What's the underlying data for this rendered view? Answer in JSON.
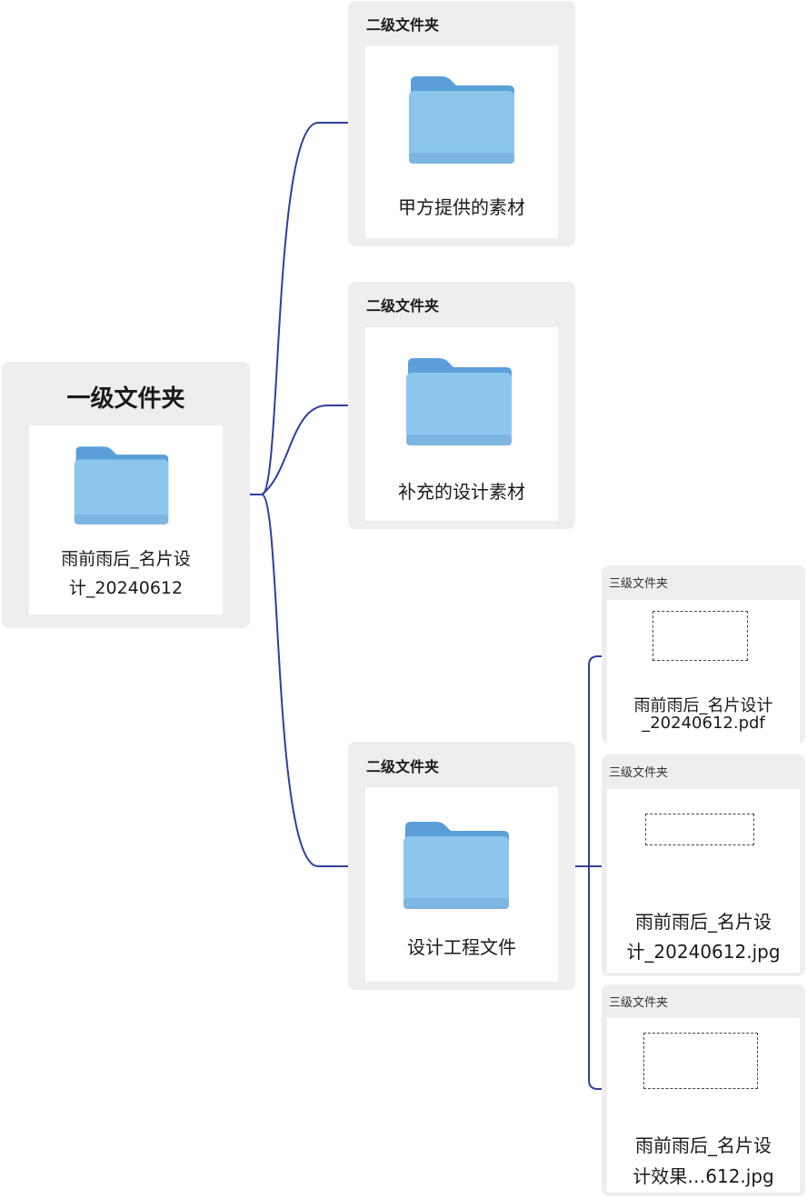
{
  "root": {
    "title": "一级文件夹",
    "label_line1": "雨前雨后_名片设",
    "label_line2": "计_20240612"
  },
  "level2": [
    {
      "header": "二级文件夹",
      "label": "甲方提供的素材"
    },
    {
      "header": "二级文件夹",
      "label": "补充的设计素材"
    },
    {
      "header": "二级文件夹",
      "label": "设计工程文件"
    }
  ],
  "level3": [
    {
      "header": "三级文件夹",
      "label_line1": "雨前雨后_名片设计",
      "label_line2": "_20240612.pdf"
    },
    {
      "header": "三级文件夹",
      "label_line1": "雨前雨后_名片设",
      "label_line2": "计_20240612.jpg"
    },
    {
      "header": "三级文件夹",
      "label_line1": "雨前雨后_名片设",
      "label_line2": "计效果…612.jpg"
    }
  ],
  "colors": {
    "connector": "#2e3f9e",
    "folder": "#8cc6ec",
    "folder_back": "#5a9fd8",
    "node_bg": "#efeeed"
  }
}
